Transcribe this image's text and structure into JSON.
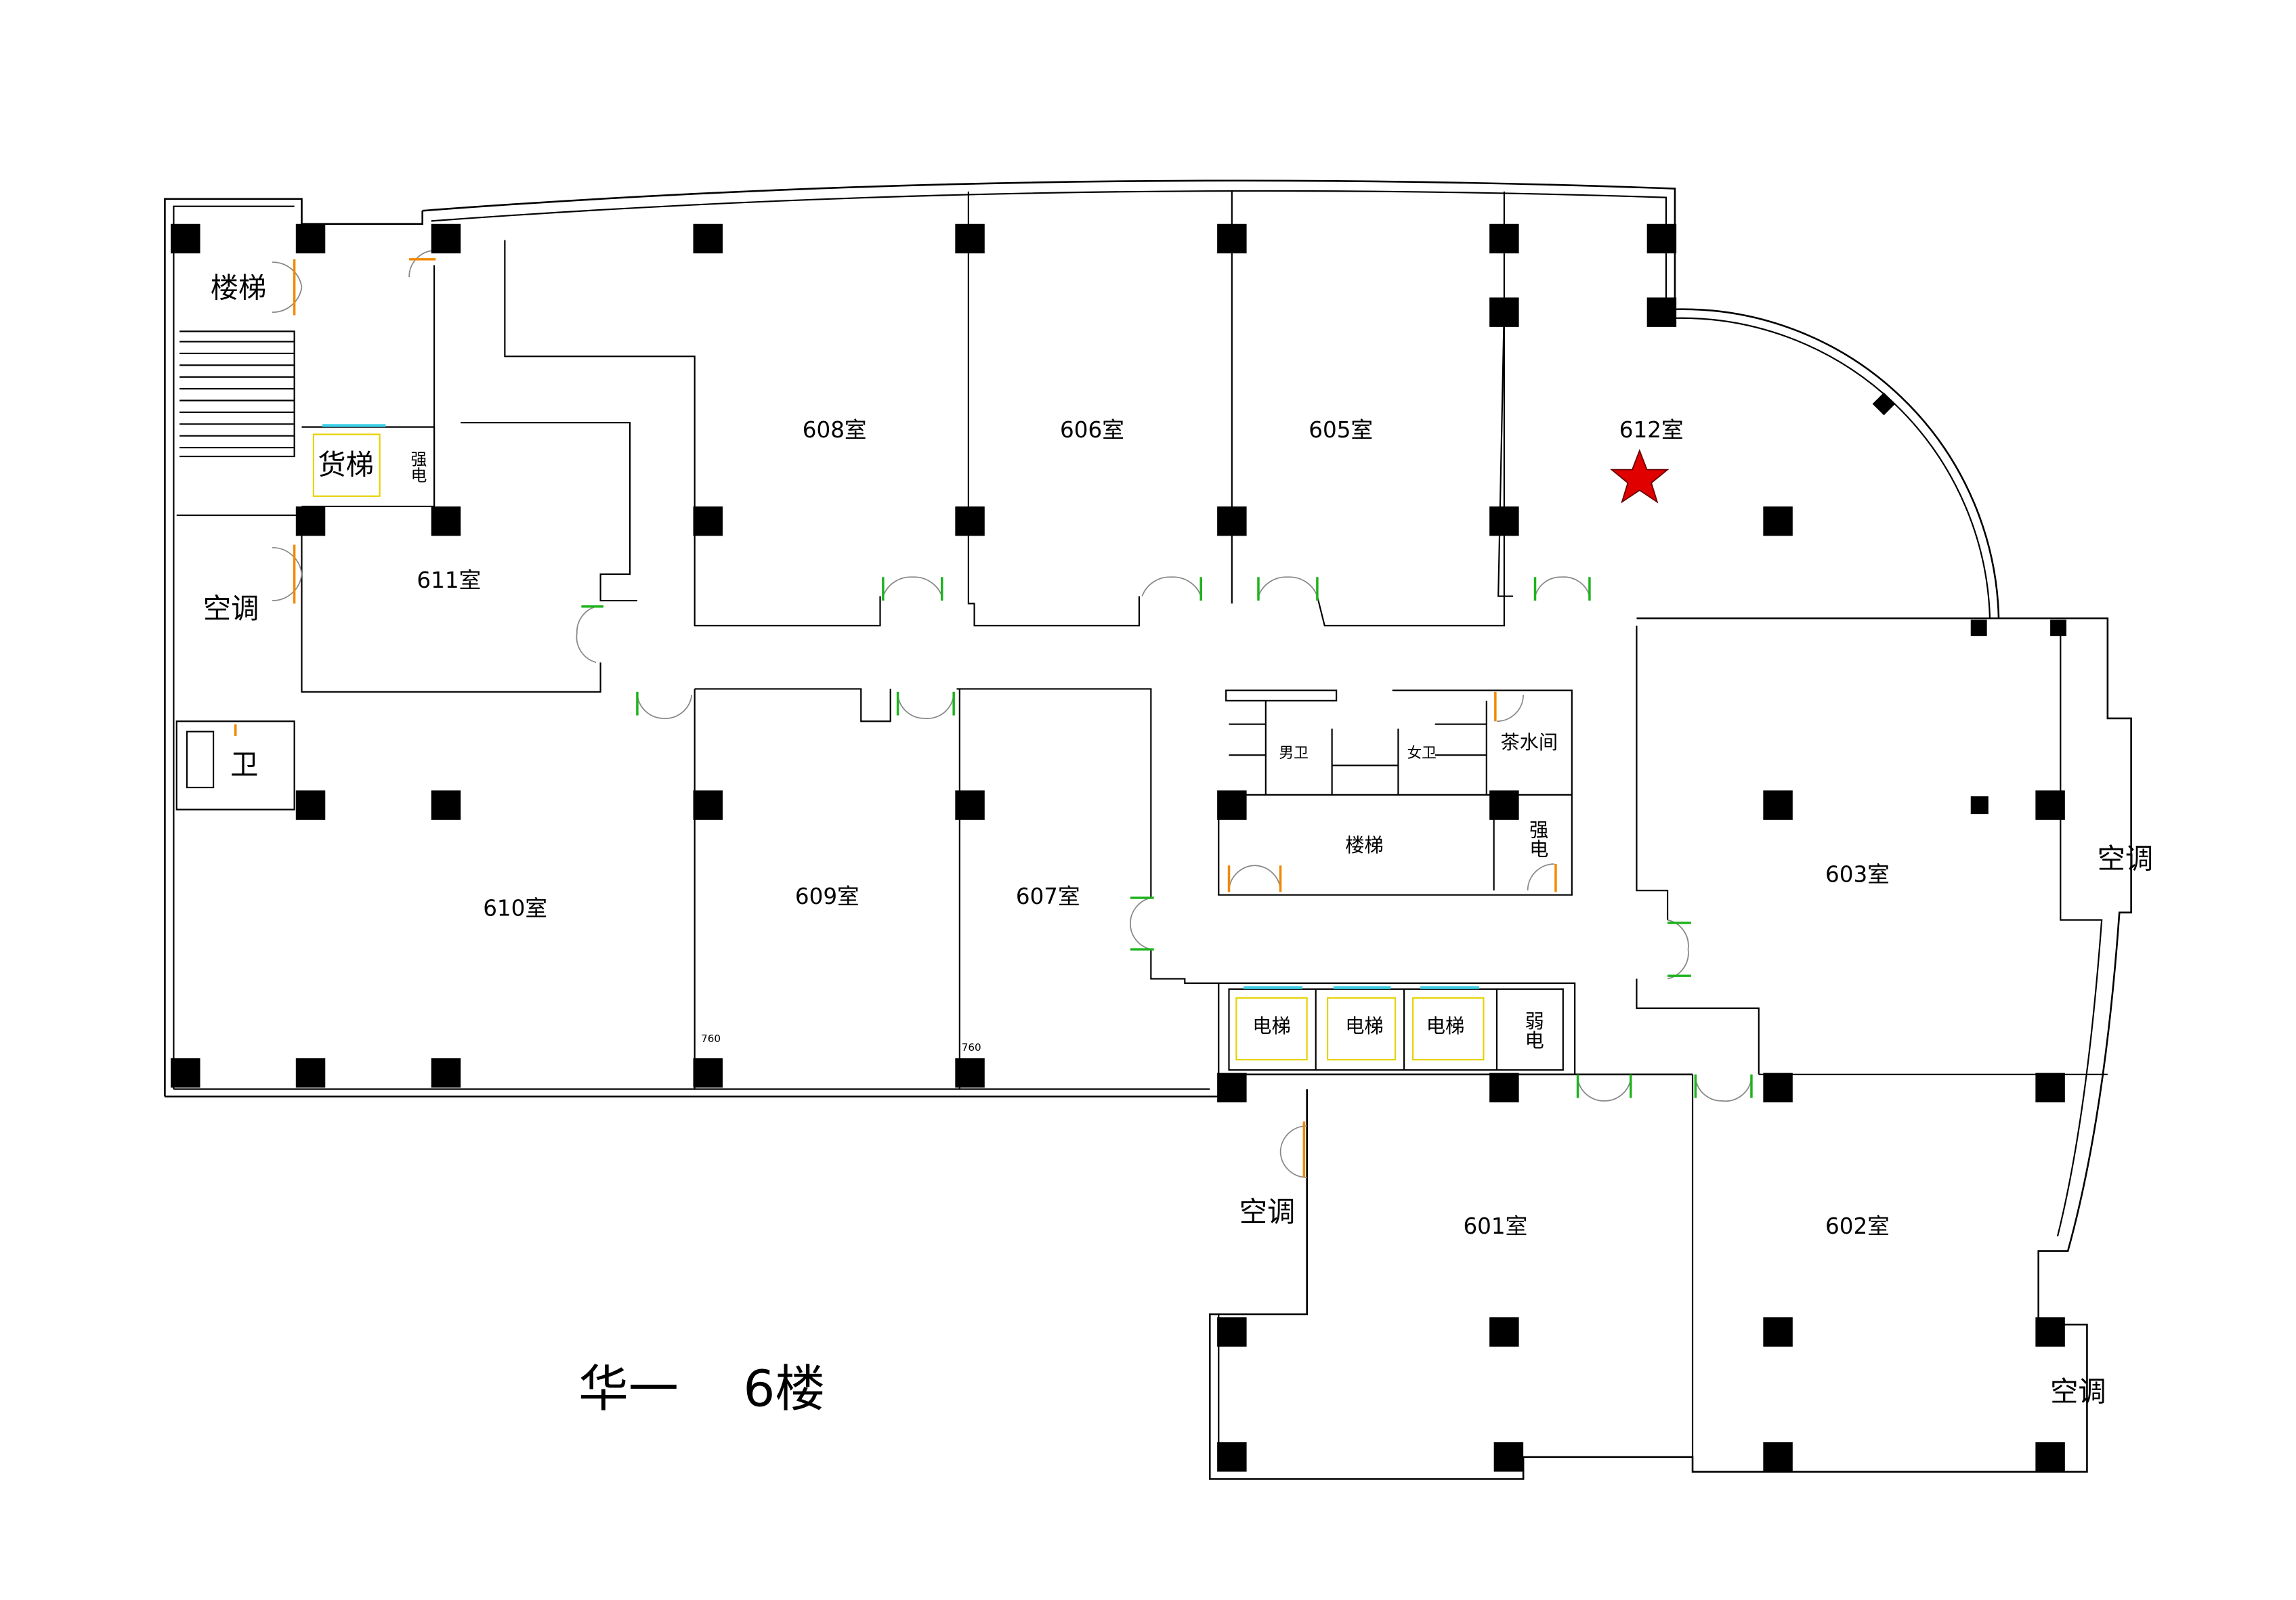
{
  "title": {
    "building": "华一",
    "floor": "6楼"
  },
  "rooms": {
    "r608": "608室",
    "r606": "606室",
    "r605": "605室",
    "r612": "612室",
    "r611": "611室",
    "r610": "610室",
    "r609": "609室",
    "r607": "607室",
    "r603": "603室",
    "r601": "601室",
    "r602": "602室"
  },
  "facilities": {
    "stairs_left": "楼梯",
    "freight_elevator": "货梯",
    "power_left": "强电",
    "ac_left": "空调",
    "toilet_left": "卫",
    "mens_toilet": "男卫",
    "womens_toilet": "女卫",
    "tea_room": "茶水间",
    "stairs_center": "楼梯",
    "power_center": "强电",
    "elevator_1": "电梯",
    "elevator_2": "电梯",
    "elevator_3": "电梯",
    "low_voltage": "弱电",
    "ac_right": "空调",
    "ac_601": "空调",
    "ac_602": "空调"
  },
  "dimensions": {
    "d1": "760",
    "d2": "760"
  },
  "marker": {
    "icon": "red-star-icon",
    "color": "#e00000",
    "room": "612室"
  }
}
